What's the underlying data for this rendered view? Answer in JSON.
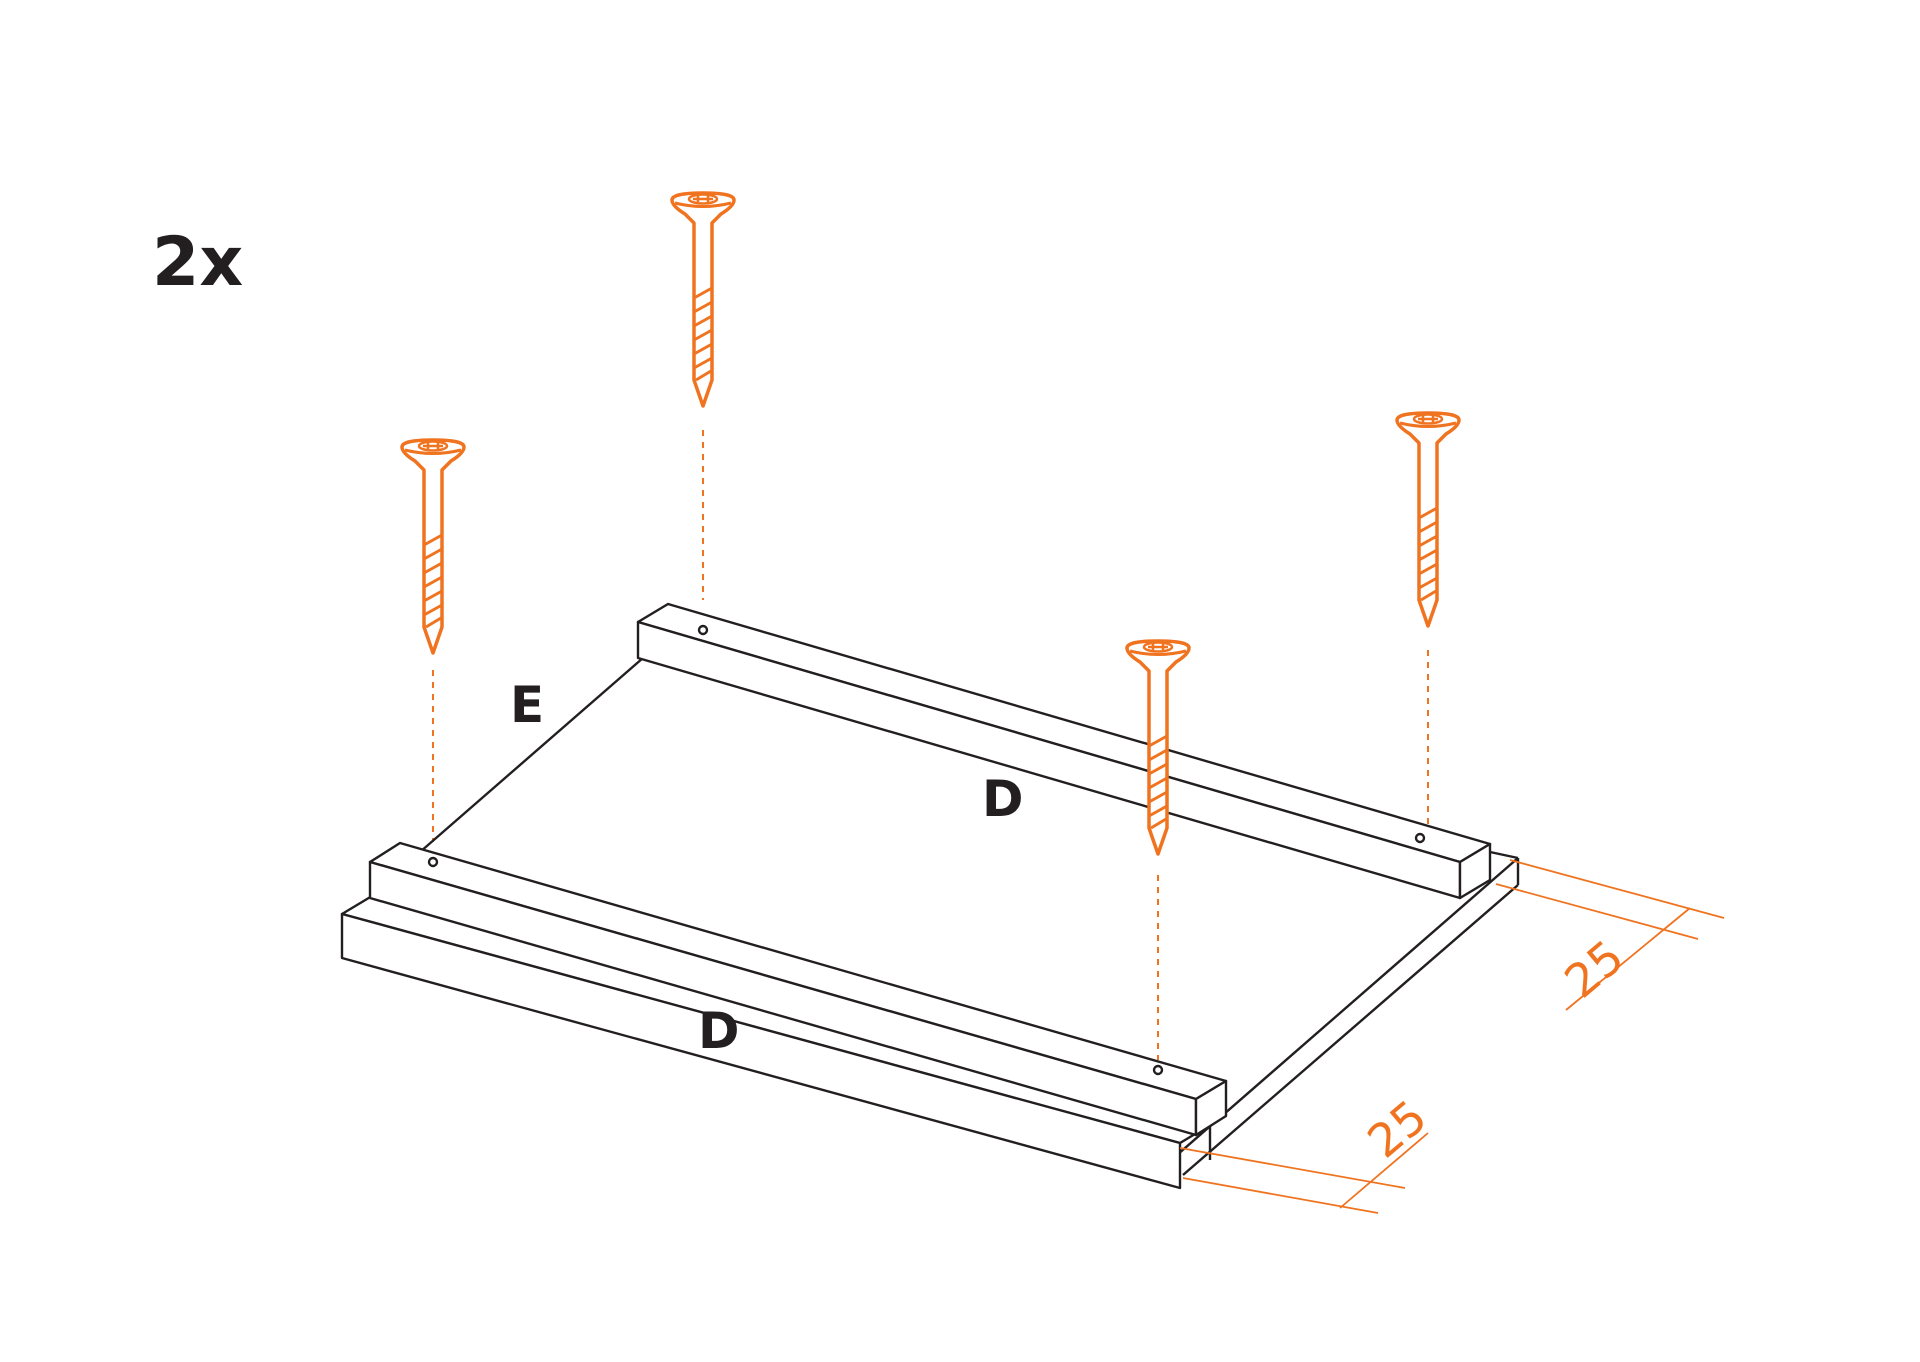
{
  "quantity_label": "2x",
  "part_labels": {
    "side_panel": "E",
    "rear_rail": "D",
    "front_rail": "D"
  },
  "dimensions": {
    "right_offset": "25",
    "front_offset": "25"
  },
  "colors": {
    "accent": "#f07320",
    "line": "#231f20",
    "background": "#ffffff"
  },
  "screws": {
    "count": 4,
    "icon": "countersunk-wood-screw-icon"
  }
}
